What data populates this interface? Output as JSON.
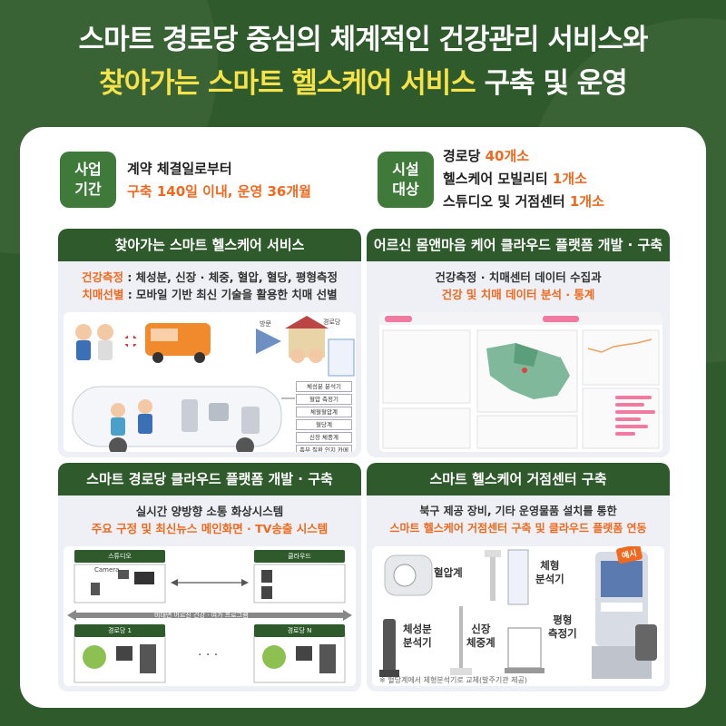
{
  "title": {
    "line1": "스마트 경로당 중심의 체계적인 건강관리 서비스와",
    "line2_highlight": "찾아가는 스마트 헬스케어 서비스",
    "line2_rest": " 구축 및 운영"
  },
  "period": {
    "badge_line1": "사업",
    "badge_line2": "기간",
    "text1": "계약 체결일로부터",
    "text2": "구축 140일 이내, 운영 36개월"
  },
  "facility": {
    "badge_line1": "시설",
    "badge_line2": "대상",
    "item1_label": "경로당 ",
    "item1_value": "40개소",
    "item2_label": "헬스케어 모빌리티 ",
    "item2_value": "1개소",
    "item3_label": "스튜디오 및 거점센터 ",
    "item3_value": "1개소"
  },
  "panel1": {
    "header": "찾아가는 스마트 헬스케어 서비스",
    "line1_key": "건강측정",
    "line1_rest": " : 체성분, 신장 · 체중, 혈압, 혈당, 평형측정",
    "line2_key": "치매선별",
    "line2_rest": " : 모바일 기반 최신 기술을 활용한 치매 선별",
    "visit_label": "방문",
    "place_label": "경로당",
    "van_items": [
      "체성분 분석기",
      "혈압 측정기",
      "체혈혈압계",
      "혈당계",
      "신장 체중계",
      "족부 질환 인지 카메라"
    ]
  },
  "panel2": {
    "header": "어르신 몸앤마음 케어 클라우드 플랫폼 개발 · 구축",
    "line1": "건강측정 · 치매센터 데이터 수집과",
    "line2": "건강 및 치매 데이터 분석 · 통계"
  },
  "panel3": {
    "header": "스마트 경로당 클라우드 플랫폼 개발 · 구축",
    "line1": "실시간 양방향 소통 화상시스템",
    "line2": "주요 구정 및 최신뉴스 메인화면 · TV송출 시스템",
    "studio": "스튜디오",
    "cloud": "클라우드",
    "camera": "Camera",
    "center1": "경로당 1",
    "centerN": "경로당 N",
    "program": "비대면 어르신 건강 · 여가 프로그램",
    "dots": "· · ·"
  },
  "panel4": {
    "header": "스마트 헬스케어 거점센터 구축",
    "line1": "북구 제공 장비, 기타 운영물품 설치를 통한",
    "line2": "스마트 헬스케어 거점센터 구축 및 클라우드 플랫폼 연동",
    "bp": "혈압계",
    "body_l1": "체형",
    "body_l2": "분석기",
    "comp_l1": "체성분",
    "comp_l2": "분석기",
    "height_l1": "신장",
    "height_l2": "체중계",
    "balance_l1": "평형",
    "balance_l2": "측정기",
    "kiosk": "예시",
    "note": "※ 혈당계에서 체형분석기로 교체(발주기관 제공)"
  },
  "colors": {
    "bg": "#2f5a2b",
    "accent": "#f0691e",
    "title_highlight": "#f6e34a"
  }
}
